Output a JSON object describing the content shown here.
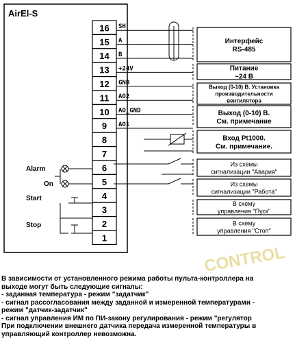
{
  "device": {
    "title": "AirEl-S"
  },
  "terminals": [
    {
      "num": "16",
      "signal": "SH"
    },
    {
      "num": "15",
      "signal": "A"
    },
    {
      "num": "14",
      "signal": "B"
    },
    {
      "num": "13",
      "signal": "+24V"
    },
    {
      "num": "12",
      "signal": "GND"
    },
    {
      "num": "11",
      "signal": "AO2"
    },
    {
      "num": "10",
      "signal": "AO_GND"
    },
    {
      "num": "9",
      "signal": "AO1"
    },
    {
      "num": "8",
      "signal": ""
    },
    {
      "num": "7",
      "signal": ""
    },
    {
      "num": "6",
      "signal": ""
    },
    {
      "num": "5",
      "signal": ""
    },
    {
      "num": "4",
      "signal": ""
    },
    {
      "num": "3",
      "signal": ""
    },
    {
      "num": "2",
      "signal": ""
    },
    {
      "num": "1",
      "signal": ""
    }
  ],
  "boxes": [
    {
      "lines": [
        "Интерфейс",
        "RS-485"
      ]
    },
    {
      "lines": [
        "Питание",
        "~24 В"
      ]
    },
    {
      "lines": [
        "Выход (0-10) В. Установка",
        "производительности",
        "вентилятора"
      ]
    },
    {
      "lines": [
        "Выход (0-10) В.",
        "См. примечание"
      ]
    },
    {
      "lines": [
        "Вход Pt1000.",
        "См. примечание."
      ]
    },
    {
      "lines": [
        "Из схемы",
        "сигнализации \"Авария\""
      ]
    },
    {
      "lines": [
        "Из схемы",
        "сигнализации \"Работа\""
      ]
    },
    {
      "lines": [
        "В схему",
        "управления \"Пуск\""
      ]
    },
    {
      "lines": [
        "В схему",
        "управления \"Стоп\""
      ]
    }
  ],
  "left_labels": {
    "alarm": "Alarm",
    "on": "On",
    "start": "Start",
    "stop": "Stop"
  },
  "notes": [
    "В зависимости от установленного режима работы пульта-контроллера на",
    "выходе могут быть следующие сигналы:",
    "- заданная температура - режим \"задатчик\"",
    "- сигнал рассогласования между заданной и измеренной температурами -",
    "режим \"датчик-задатчик\"",
    "- сигнал управления ИМ по ПИ-закону регулирования - режим \"регулятор",
    "При подключении внешнего датчика передача измеренной температуры в",
    "управляющий контроллер невозможна."
  ],
  "watermark": "CONTROL"
}
